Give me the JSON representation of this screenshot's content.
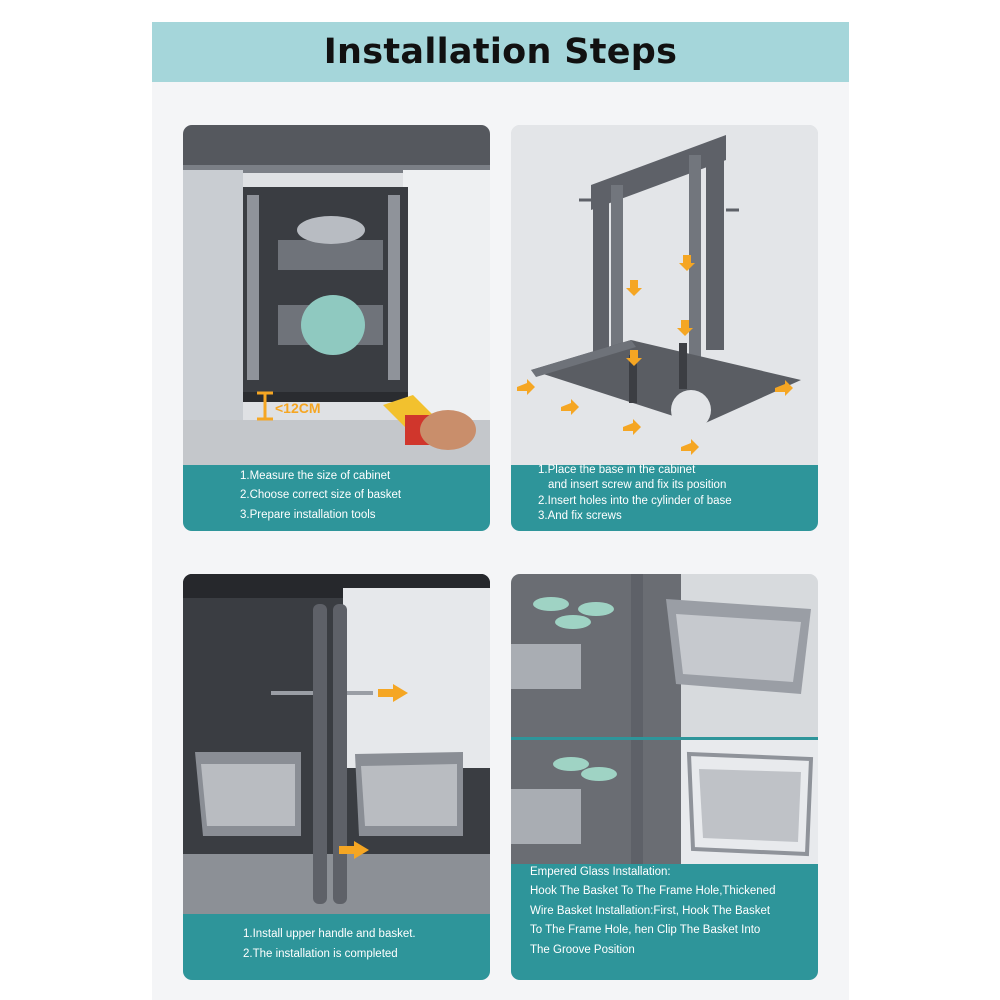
{
  "header": {
    "title": "Installation Steps"
  },
  "steps": [
    {
      "measure_label": "<12CM",
      "lines": [
        "1.Measure the size of cabinet",
        "2.Choose correct size of basket",
        "3.Prepare installation tools"
      ]
    },
    {
      "lines": [
        "1.Place the base in the cabinet",
        "and insert screw and fix its position",
        "2.Insert holes into the cylinder of base",
        "3.And fix screws"
      ]
    },
    {
      "lines": [
        "1.Install upper handle and basket.",
        "2.The installation is completed"
      ]
    },
    {
      "lines": [
        "Empered Glass Installation:",
        "Hook The Basket To The Frame Hole,Thickened",
        "Wire Basket Installation:First, Hook The Basket",
        "To The Frame Hole, hen Clip The Basket Into",
        "The Groove Position"
      ]
    }
  ],
  "colors": {
    "banner": "#a5d6da",
    "caption": "#2e959a",
    "arrow": "#f5a623",
    "frame": "#5e6168"
  }
}
